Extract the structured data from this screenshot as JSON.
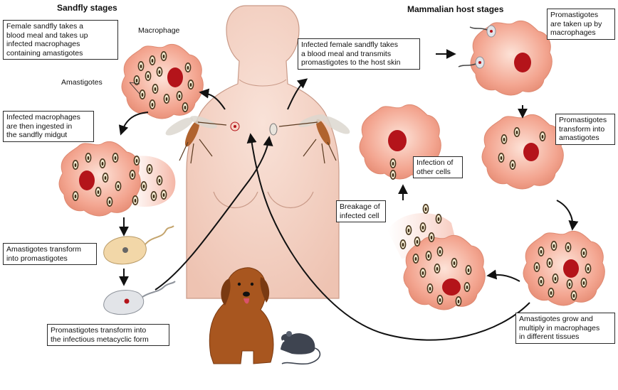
{
  "headings": {
    "sandfly": "Sandfly stages",
    "mammal": "Mammalian host stages"
  },
  "labels": {
    "macrophage": "Macrophage",
    "amastigotes": "Amastigotes"
  },
  "boxes": {
    "blood_meal_sandfly": [
      "Female sandfly takes a",
      "blood meal and takes up",
      "infected macrophages",
      "containing amastigotes"
    ],
    "ingested": [
      "Infected macrophages",
      "are then ingested in",
      "the sandfly midgut"
    ],
    "amastigotes_to_promastigotes": [
      "Amastigotes transform",
      "into promastigotes"
    ],
    "metacyclic": [
      "Promastigotes transform into",
      "the infectious metacyclic form"
    ],
    "transmits": [
      "Infected female sandfly takes",
      "a blood meal and transmits",
      "promastigotes to the host skin"
    ],
    "taken_up": [
      "Promastigotes",
      "are taken up by",
      "macrophages"
    ],
    "transform_amastigotes": [
      "Promastigotes",
      "transform into",
      "amastigotes"
    ],
    "infection_other": [
      "Infection of",
      "other cells"
    ],
    "breakage": [
      "Breakage of",
      "infected cell"
    ],
    "grow_multiply": [
      "Amastigotes grow and",
      "multiply in macrophages",
      "in different tissues"
    ]
  },
  "colors": {
    "cell": "#f09a84",
    "cell_edge": "#d9826c",
    "nucleus": "#b4141a",
    "amastigote": "#5a4326",
    "body": "#f4d2c4",
    "arrow": "#111111",
    "dog": "#a8561f",
    "mouse": "#3e4450"
  }
}
